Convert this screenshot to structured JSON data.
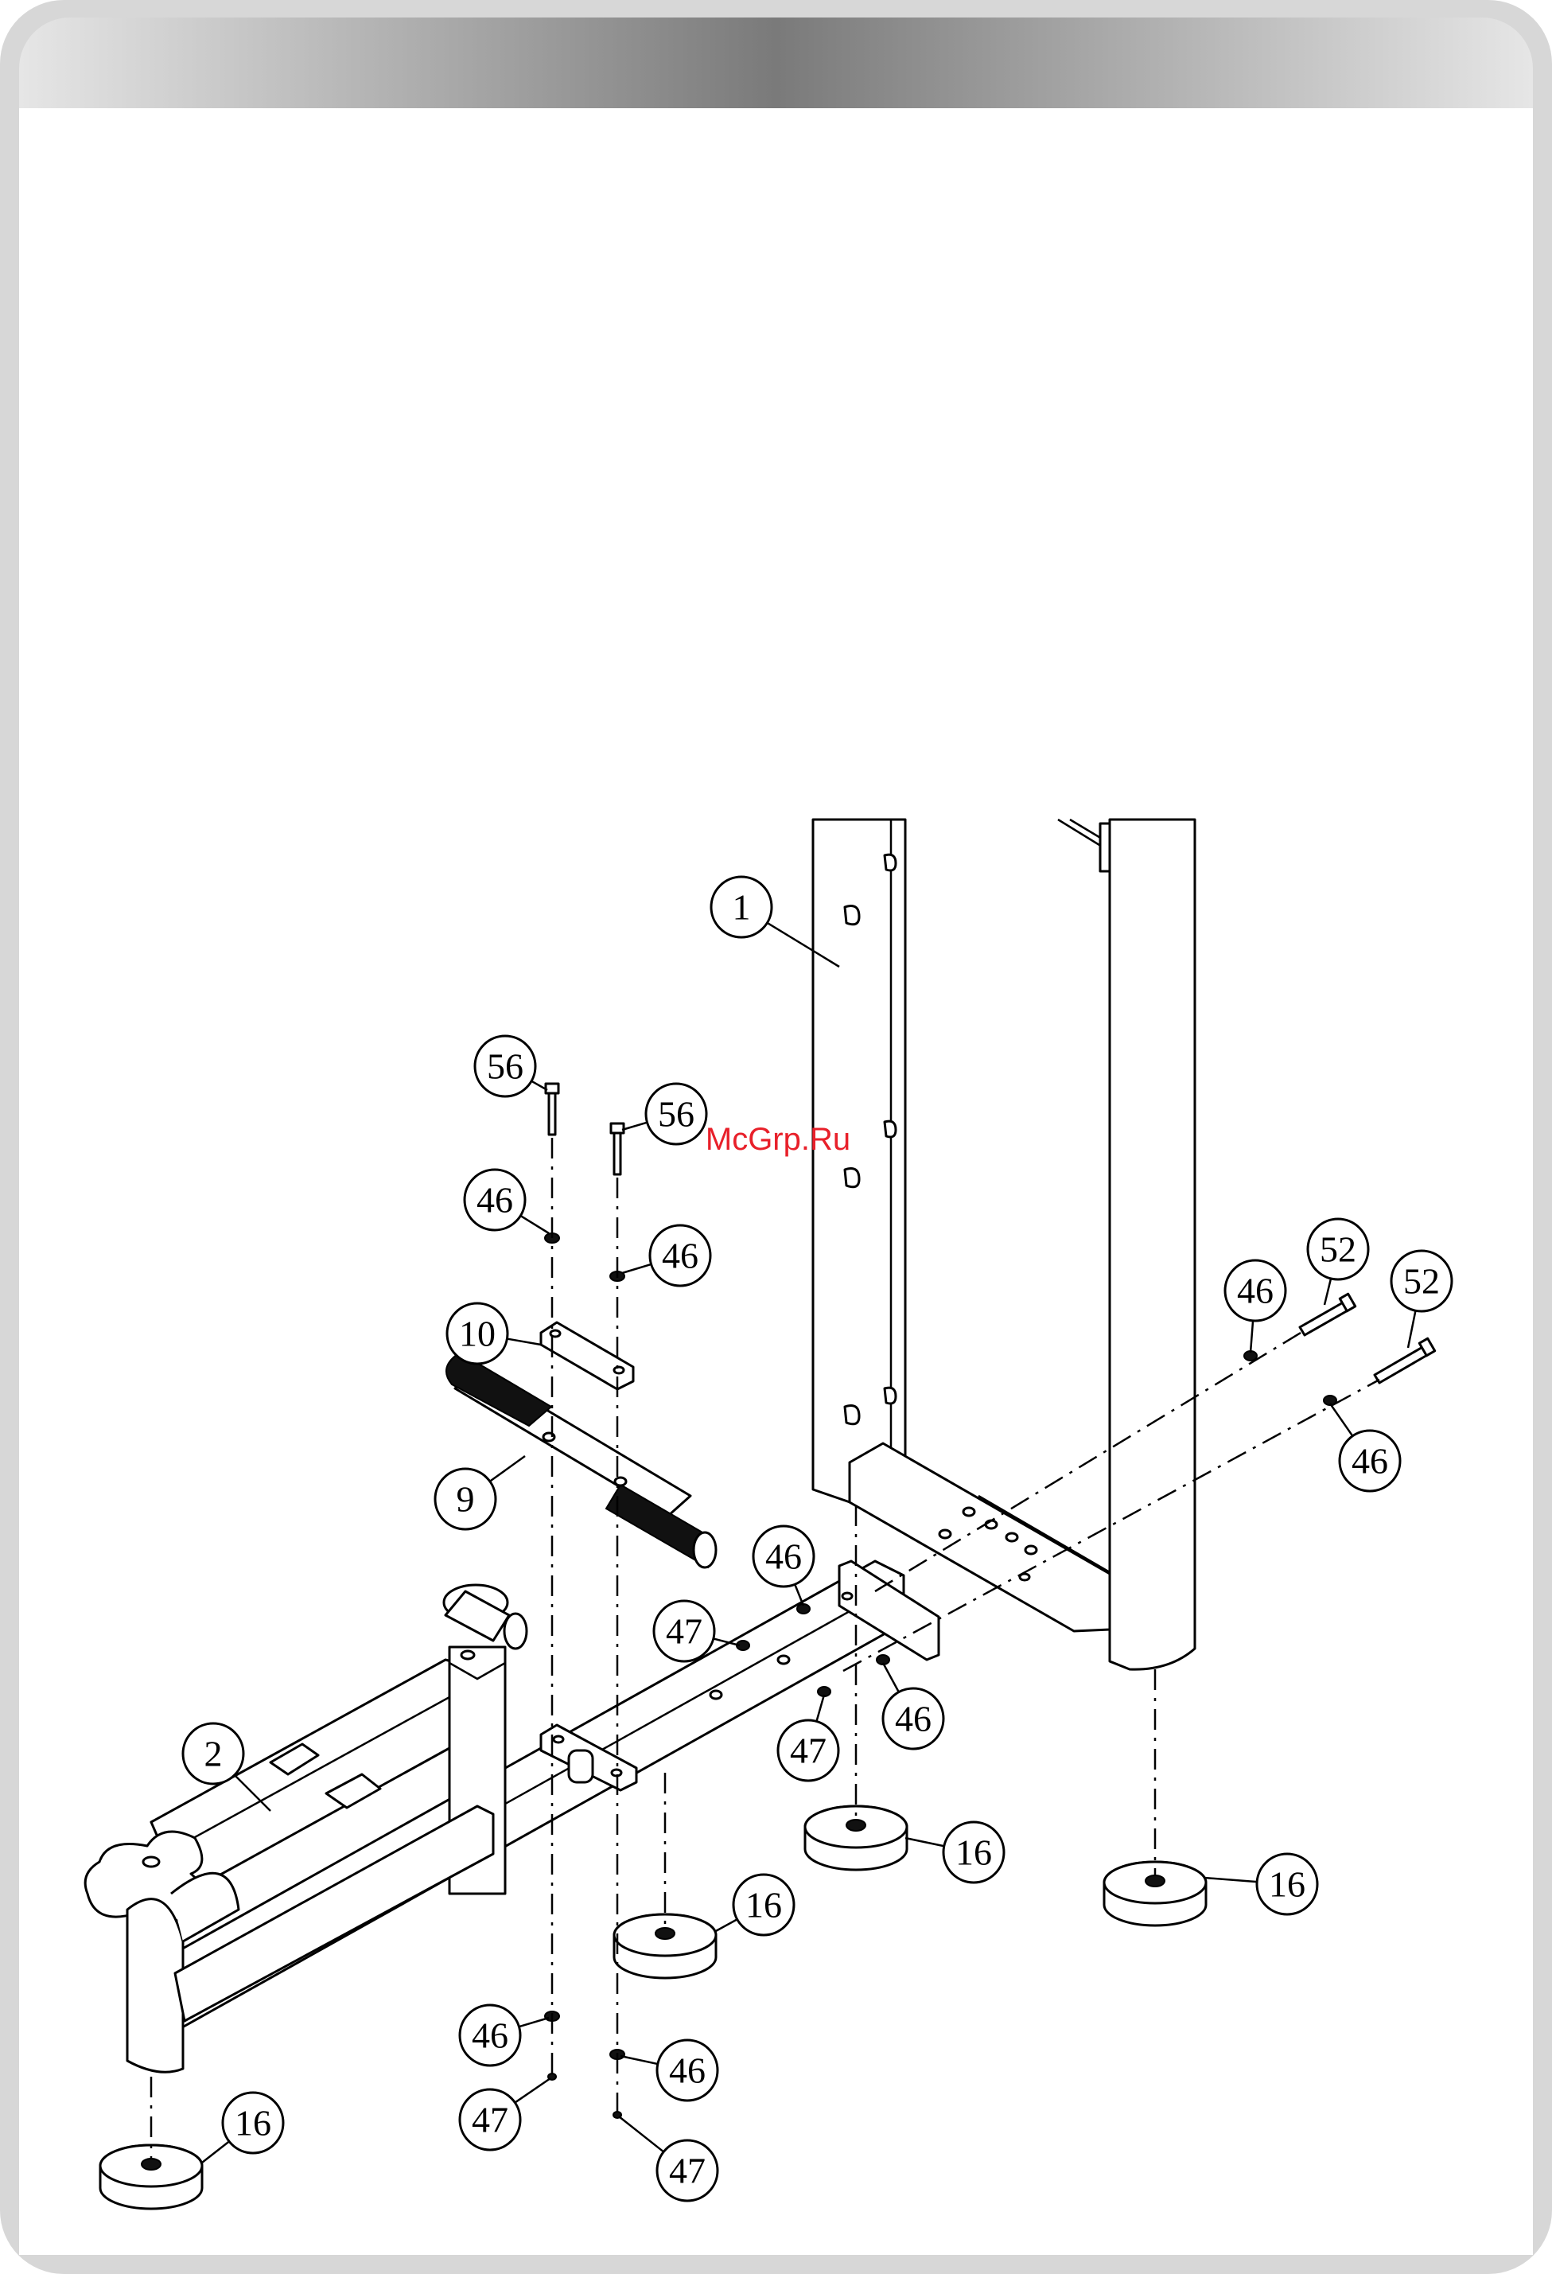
{
  "watermark": "McGrp.Ru",
  "callouts": [
    {
      "id": "c1",
      "label": "1"
    },
    {
      "id": "c56a",
      "label": "56"
    },
    {
      "id": "c56b",
      "label": "56"
    },
    {
      "id": "c46a",
      "label": "46"
    },
    {
      "id": "c46b",
      "label": "46"
    },
    {
      "id": "c10",
      "label": "10"
    },
    {
      "id": "c9",
      "label": "9"
    },
    {
      "id": "c46c",
      "label": "46"
    },
    {
      "id": "c52a",
      "label": "52"
    },
    {
      "id": "c52b",
      "label": "52"
    },
    {
      "id": "c46d",
      "label": "46"
    },
    {
      "id": "c46e",
      "label": "46"
    },
    {
      "id": "c47a",
      "label": "47"
    },
    {
      "id": "c46f",
      "label": "46"
    },
    {
      "id": "c47b",
      "label": "47"
    },
    {
      "id": "c2",
      "label": "2"
    },
    {
      "id": "c16a",
      "label": "16"
    },
    {
      "id": "c16b",
      "label": "16"
    },
    {
      "id": "c16c",
      "label": "16"
    },
    {
      "id": "c16d",
      "label": "16"
    },
    {
      "id": "c46g",
      "label": "46"
    },
    {
      "id": "c46h",
      "label": "46"
    },
    {
      "id": "c47c",
      "label": "47"
    },
    {
      "id": "c47d",
      "label": "47"
    }
  ]
}
